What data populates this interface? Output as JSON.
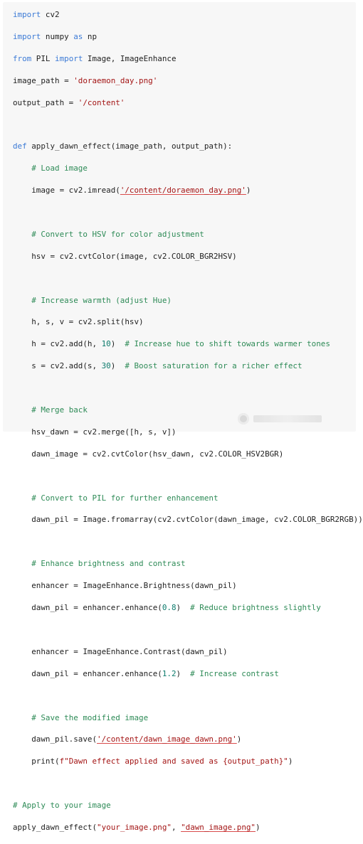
{
  "code_lines": [
    "import cv2",
    "import numpy as np",
    "from PIL import Image, ImageEnhance",
    "image_path = 'doraemon_day.png'",
    "output_path = '/content'",
    "",
    "def apply_dawn_effect(image_path, output_path):",
    "    # Load image",
    "    image = cv2.imread('/content/doraemon_day.png')",
    "",
    "    # Convert to HSV for color adjustment",
    "    hsv = cv2.cvtColor(image, cv2.COLOR_BGR2HSV)",
    "",
    "    # Increase warmth (adjust Hue)",
    "    h, s, v = cv2.split(hsv)",
    "    h = cv2.add(h, 10)  # Increase hue to shift towards warmer tones",
    "    s = cv2.add(s, 30)  # Boost saturation for a richer effect",
    "",
    "    # Merge back",
    "    hsv_dawn = cv2.merge([h, s, v])",
    "    dawn_image = cv2.cvtColor(hsv_dawn, cv2.COLOR_HSV2BGR)",
    "",
    "    # Convert to PIL for further enhancement",
    "    dawn_pil = Image.fromarray(cv2.cvtColor(dawn_image, cv2.COLOR_BGR2RGB))",
    "",
    "    # Enhance brightness and contrast",
    "    enhancer = ImageEnhance.Brightness(dawn_pil)",
    "    dawn_pil = enhancer.enhance(0.8)  # Reduce brightness slightly",
    "",
    "    enhancer = ImageEnhance.Contrast(dawn_pil)",
    "    dawn_pil = enhancer.enhance(1.2)  # Increase contrast",
    "",
    "    # Save the modified image",
    "    dawn_pil.save('/content/dawn_image_dawn.png')",
    "    print(f\"Dawn effect applied and saved as {output_path}\")",
    "",
    "# Apply to your image",
    "apply_dawn_effect(\"your_image.png\", \"dawn_image.png\")"
  ],
  "colors": {
    "background": "#f7f7f7",
    "keyword": "#3d7bd6",
    "string": "#a31515",
    "comment": "#2e8b57",
    "number": "#0b7a6b"
  }
}
